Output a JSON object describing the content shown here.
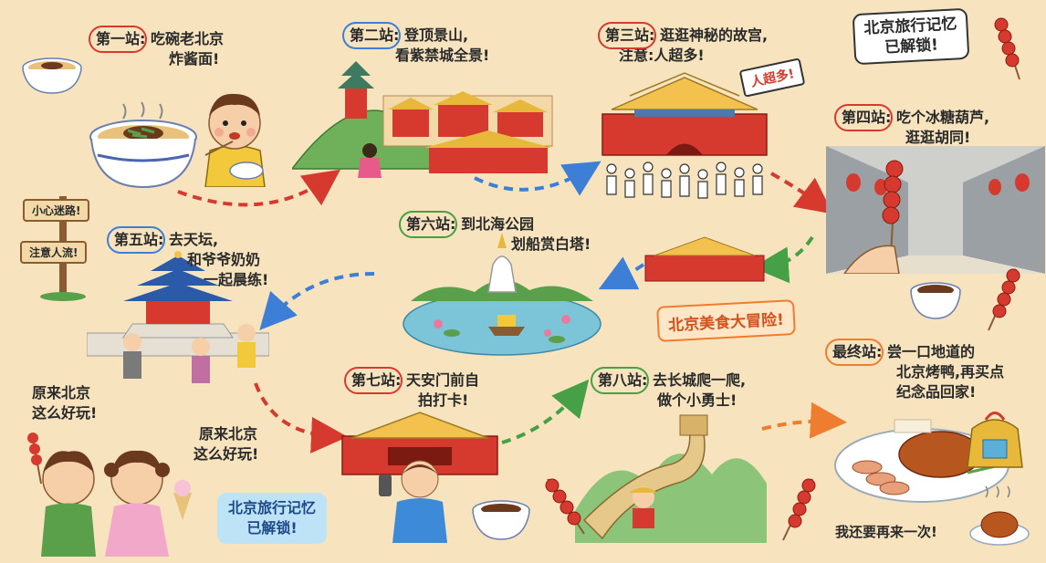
{
  "colors": {
    "background": "#f7e4bf",
    "red": "#d63a2f",
    "blue": "#3d7fd6",
    "green": "#45a046",
    "orange": "#ef7d2f",
    "gold": "#f2c14e"
  },
  "stations": [
    {
      "label": "第一站",
      "lines": [
        "吃碗老北京",
        "炸酱面!"
      ]
    },
    {
      "label": "第二站",
      "lines": [
        "登顶景山,",
        "看紫禁城全景!"
      ]
    },
    {
      "label": "第三站",
      "lines": [
        "逛逛神秘的故宫,",
        "注意:人超多!"
      ]
    },
    {
      "label": "第四站",
      "lines": [
        "吃个冰糖葫芦,",
        "逛逛胡同!"
      ]
    },
    {
      "label": "第五站",
      "lines": [
        "去天坛,",
        "和爷爷奶奶",
        "一起晨练!"
      ]
    },
    {
      "label": "第六站",
      "lines": [
        "到北海公园",
        "划船赏白塔!"
      ]
    },
    {
      "label": "第七站",
      "lines": [
        "天安门前自",
        "拍打卡!"
      ]
    },
    {
      "label": "第八站",
      "lines": [
        "去长城爬一爬,",
        "做个小勇士!"
      ]
    },
    {
      "label": "最终站",
      "lines": [
        "尝一口地道的",
        "北京烤鸭,再买点",
        "纪念品回家!"
      ]
    }
  ],
  "title_top": [
    "北京旅行记忆",
    "已解锁!"
  ],
  "title_bottom": [
    "北京旅行记忆",
    "已解锁!"
  ],
  "crowd_sign": "人超多!",
  "food_banner": "北京美食大冒险!",
  "signpost": [
    "小心迷路!",
    "注意人流!"
  ],
  "kid_speech_left": [
    "原来北京",
    "这么好玩!"
  ],
  "kid_speech_right": [
    "原来北京",
    "这么好玩!"
  ],
  "again_text": "我还要再来一次!"
}
